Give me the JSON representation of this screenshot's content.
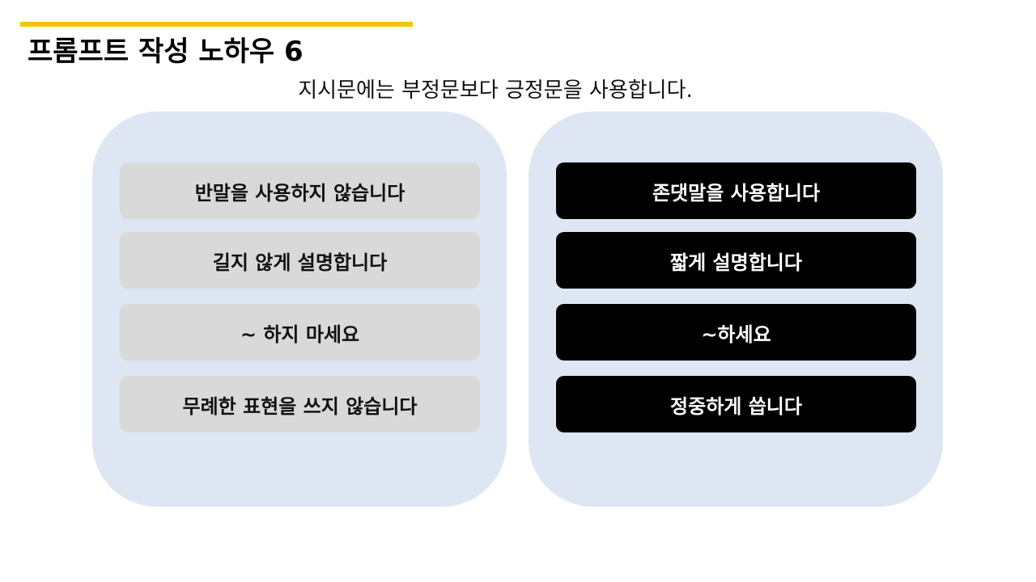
{
  "slide": {
    "title": "프롬프트 작성 노하우 6",
    "subtitle": "지시문에는 부정문보다 긍정문을 사용합니다."
  },
  "negative_panel": {
    "items": [
      "반말을 사용하지 않습니다",
      "길지 않게 설명합니다",
      "~ 하지 마세요",
      "무례한 표현을 쓰지 않습니다"
    ]
  },
  "positive_panel": {
    "items": [
      "존댓말을 사용합니다",
      "짧게 설명합니다",
      "~하세요",
      "정중하게 씁니다"
    ]
  },
  "colors": {
    "accent": "#f5c400",
    "panel_background": "#dde6f2",
    "negative_item": "#d9d9d9",
    "positive_item": "#000000"
  }
}
